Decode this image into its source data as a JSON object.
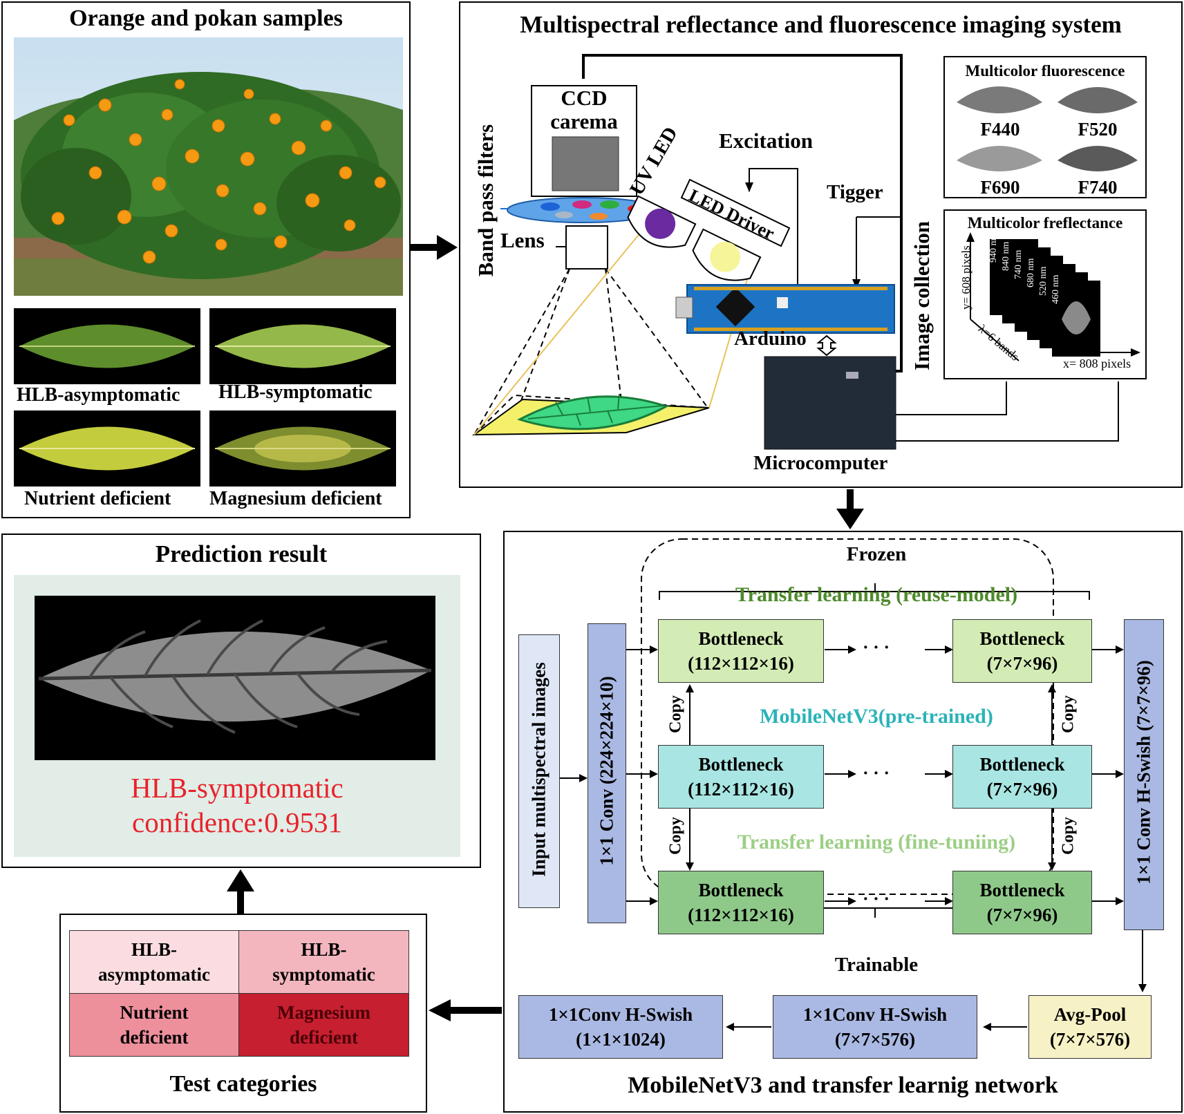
{
  "samples": {
    "title": "Orange and pokan samples",
    "leaves": [
      "HLB-asymptomatic",
      "HLB-symptomatic",
      "Nutrient deficient",
      "Magnesium deficient"
    ]
  },
  "imaging": {
    "title": "Multispectral reflectance and fluorescence imaging system",
    "ccd_line1": "CCD",
    "ccd_line2": "carema",
    "band_pass": "Band pass filters",
    "lens": "Lens",
    "uv_led": "UV LED",
    "led_driver": "LED Driver",
    "excitation": "Excitation",
    "trigger": "Tigger",
    "arduino": "Arduino",
    "microcomputer": "Microcomputer",
    "image_collection": "Image collection",
    "fluor_title": "Multicolor fluorescence",
    "fluor_bands": [
      "F440",
      "F520",
      "F690",
      "F740"
    ],
    "refl_title": "Multicolor freflectance",
    "refl_bands": [
      "940 nm",
      "840 nm",
      "740 nm",
      "680 nm",
      "520 nm",
      "460 nm"
    ],
    "y_axis": "y= 608 pixels",
    "lambda_axis": "λ=6 bands",
    "x_axis": "x= 808 pixels"
  },
  "network": {
    "title": "MobileNetV3 and transfer learnig network",
    "frozen": "Frozen",
    "trainable": "Trainable",
    "reuse": "Transfer learning (reuse-model)",
    "pretrained": "MobileNetV3(pre-trained)",
    "finetune": "Transfer learning (fine-tuniing)",
    "input": "Input multispectral images",
    "conv_in": "1×1 Conv (224×224×10)",
    "conv_out": "1×1 Conv H-Swish (7×7×96)",
    "bottleneck": "Bottleneck",
    "bn_first": "(112×112×16)",
    "bn_last": "(7×7×96)",
    "dots": "· · ·",
    "copy": "Copy",
    "avgpool_l1": "Avg-Pool",
    "avgpool_l2": "(7×7×576)",
    "conv576_l1": "1×1Conv H-Swish",
    "conv576_l2": "(7×7×576)",
    "conv1024_l1": "1×1Conv H-Swish",
    "conv1024_l2": "(1×1×1024)"
  },
  "prediction": {
    "title": "Prediction result",
    "class_label": "HLB-symptomatic",
    "confidence": "confidence:0.9531"
  },
  "categories": {
    "title": "Test categories",
    "c1_l1": "HLB-",
    "c1_l2": "asymptomatic",
    "c2_l1": "HLB-",
    "c2_l2": "symptomatic",
    "c3_l1": "Nutrient",
    "c3_l2": "deficient",
    "c4_l1": "Magnesium",
    "c4_l2": "deficient"
  },
  "colors": {
    "reuse_green": "#4e8a2b",
    "pretrained_cyan": "#2ab3b8",
    "finetune_green": "#9ccf86",
    "bn_light": "#d3ecb5",
    "bn_cyan": "#a9e6e3",
    "bn_dark": "#8fc98a",
    "conv_blue": "#aab9e3",
    "avgpool": "#f7f1c6",
    "prediction_red": "#e8222c"
  }
}
